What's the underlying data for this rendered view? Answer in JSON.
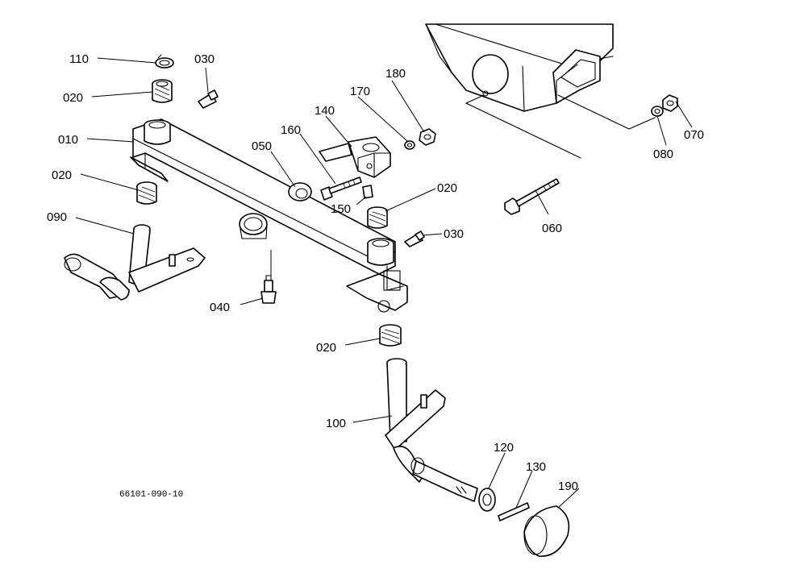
{
  "diagram": {
    "drawing_code": "66101-090-10",
    "callouts": {
      "p110": "110",
      "p030a": "030",
      "p020a": "020",
      "p010": "010",
      "p020b": "020",
      "p090": "090",
      "p050": "050",
      "p160": "160",
      "p140": "140",
      "p170": "170",
      "p180": "180",
      "p150": "150",
      "p020c": "020",
      "p030b": "030",
      "p040": "040",
      "p020d": "020",
      "p100": "100",
      "p120": "120",
      "p130": "130",
      "p190": "190",
      "p060": "060",
      "p080": "080",
      "p070": "070"
    }
  }
}
